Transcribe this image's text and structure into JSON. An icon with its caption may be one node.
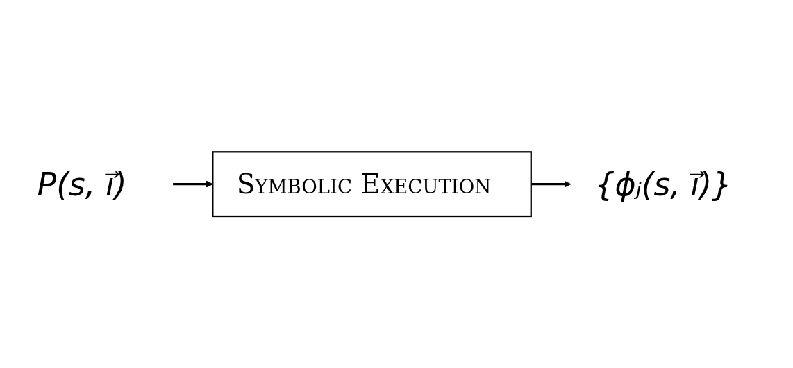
{
  "diagram": {
    "nodes": [
      {
        "text": [
          "P(s, i⃗)"
        ]
      },
      {
        "text": [
          "Symbolic Execution"
        ]
      },
      {
        "text": [
          "{ϕⱼ(s, i⃗)}"
        ]
      }
    ],
    "edges": [
      {
        "from": 0,
        "to": 1,
        "arrow": "to"
      },
      {
        "from": 1,
        "to": 2,
        "arrow": "to"
      }
    ]
  }
}
